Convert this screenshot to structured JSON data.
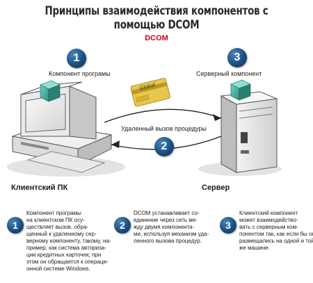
{
  "title": "Принципы взаимодействия компонентов с помощью DCOM",
  "subtitle": "DCOM",
  "steps": [
    {
      "number": "1",
      "label": "Компонент програмы"
    },
    {
      "number": "2",
      "label": "Удаленный вызов процедуры"
    },
    {
      "number": "3",
      "label": "Серверный компонент"
    }
  ],
  "card_text": "Global",
  "captions": {
    "client": "Клиентский ПК",
    "server": "Сервер"
  },
  "notes": [
    {
      "number": "1",
      "lines": [
        "Компонент програмы",
        "на клиентском ПК осу-",
        "ществляет вызов, обра-",
        "щенный к удаленному сер-",
        "верному компоненту, такому, на-",
        "пример, как система авториза-",
        "ции кредитных карточек; при",
        "этом он обращается к операци-",
        "онной системе Windows."
      ]
    },
    {
      "number": "2",
      "lines": [
        "DCOM устанавливает со-",
        "единение через сеть ме-",
        "жду двумя компонента-",
        "ми, используя механизм уда-",
        "ленного вызова процедур."
      ]
    },
    {
      "number": "3",
      "lines": [
        "Клиентский компонент",
        "может взаимодейство-",
        "вать с серверным ком-",
        "понентом так, как если бы они",
        "размещались на одной и той",
        "же машине."
      ]
    }
  ],
  "colors": {
    "title": "#2a2a2a",
    "accent": "#d0021b",
    "step_ball": "#1b4e80",
    "component_cube": "#3aa79a",
    "computer_body": "#ececec"
  }
}
